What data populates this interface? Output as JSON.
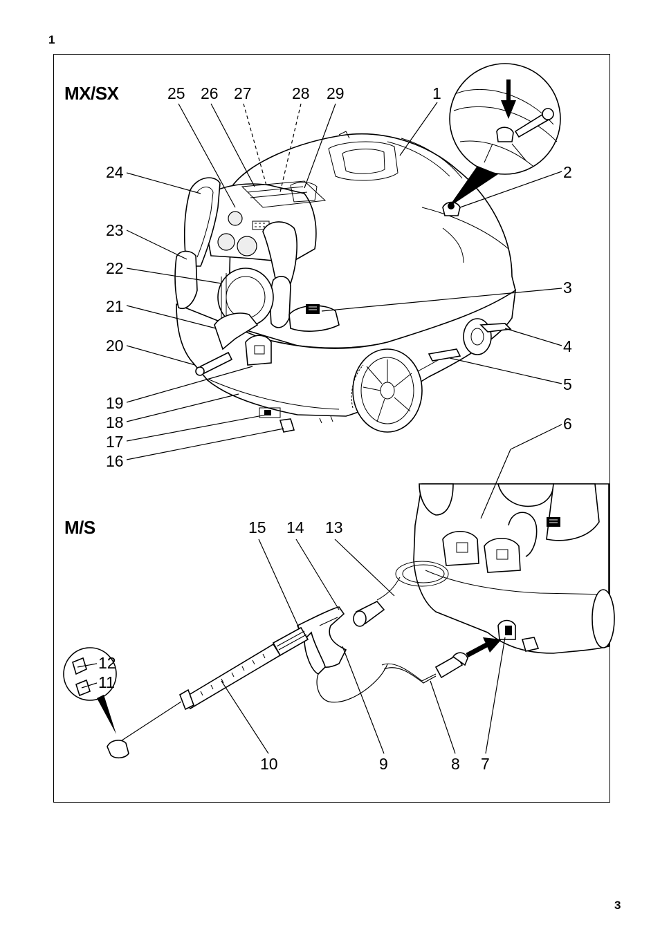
{
  "figure_number": "1",
  "page_number": "3",
  "variants": {
    "top": "MX/SX",
    "bottom": "M/S"
  },
  "callouts": {
    "c1": "1",
    "c2": "2",
    "c3": "3",
    "c4": "4",
    "c5": "5",
    "c6": "6",
    "c7": "7",
    "c8": "8",
    "c9": "9",
    "c10": "10",
    "c11": "11",
    "c12": "12",
    "c13": "13",
    "c14": "14",
    "c15": "15",
    "c16": "16",
    "c17": "17",
    "c18": "18",
    "c19": "19",
    "c20": "20",
    "c21": "21",
    "c22": "22",
    "c23": "23",
    "c24": "24",
    "c25": "25",
    "c26": "26",
    "c27": "27",
    "c28": "28",
    "c29": "29"
  }
}
